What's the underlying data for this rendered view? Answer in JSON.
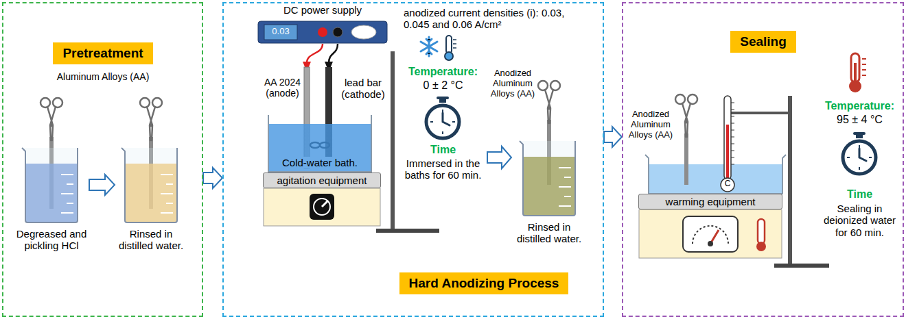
{
  "diagram": {
    "nodes": [
      {
        "text": [
          "Pretreatment"
        ]
      },
      {
        "text": [
          "Hard Anodizing Process"
        ]
      },
      {
        "text": [
          "Sealing"
        ]
      },
      {
        "text": [
          "Degreased and pickling HCl"
        ],
        "in": 0
      },
      {
        "text": [
          "Rinsed in distilled water."
        ],
        "in": 0
      },
      {
        "text": [
          "DC power supply",
          "0.03"
        ],
        "in": 1
      },
      {
        "text": [
          "Cold-water bath."
        ],
        "in": 1
      },
      {
        "text": [
          "agitation equipment"
        ],
        "in": 1
      },
      {
        "text": [
          "Rinsed in distilled water."
        ],
        "in": 1
      },
      {
        "text": [
          "warming equipment"
        ],
        "in": 2
      }
    ],
    "edges": [
      {
        "from": 3,
        "to": 4,
        "arrow": "to"
      },
      {
        "from": 0,
        "to": 1,
        "arrow": "to"
      },
      {
        "from": 1,
        "to": 2,
        "arrow": "to"
      }
    ],
    "labels": [
      "Aluminum Alloys (AA)",
      "anodized current densities (i): 0.03, 0.045 and 0.06 A/cm²",
      "AA 2024 (anode)",
      "lead bar (cathode)",
      "Temperature:",
      "0 ± 2 °C",
      "Time",
      "Immersed in the baths for 60 min.",
      "Anodized Aluminum Alloys (AA)",
      "Anodized Aluminum Alloys (AA)",
      "C",
      "Temperature:",
      "95 ± 4 °C",
      "Time",
      "Sealing in deionized water for 60 min."
    ]
  }
}
